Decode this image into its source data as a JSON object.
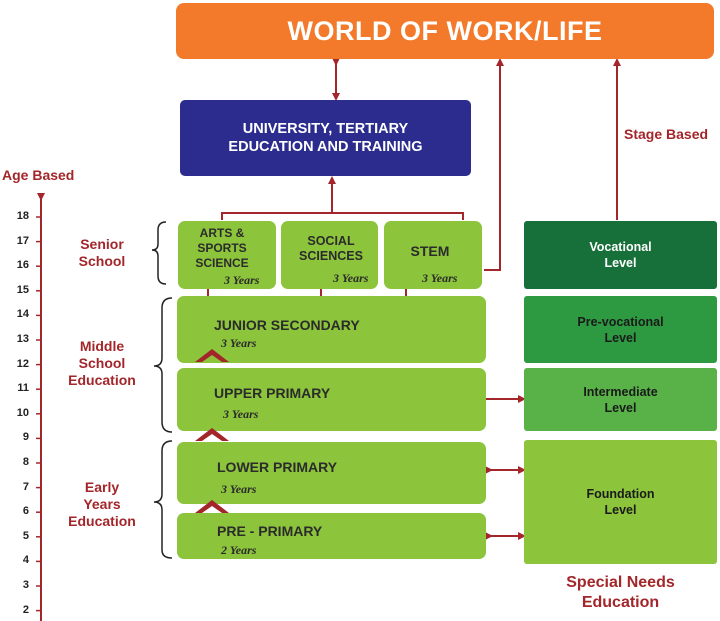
{
  "world_of_work": "WORLD OF WORK/LIFE",
  "university": {
    "line1": "UNIVERSITY, TERTIARY",
    "line2": "EDUCATION AND TRAINING"
  },
  "stage_based": "Stage Based",
  "age_based": "Age Based",
  "age_ticks": [
    "18",
    "17",
    "16",
    "15",
    "14",
    "13",
    "12",
    "11",
    "10",
    "9",
    "8",
    "7",
    "6",
    "5",
    "4",
    "3",
    "2"
  ],
  "groups": {
    "senior": {
      "line1": "Senior",
      "line2": "School"
    },
    "middle": {
      "line1": "Middle",
      "line2": "School",
      "line3": "Education"
    },
    "early": {
      "line1": "Early",
      "line2": "Years",
      "line3": "Education"
    }
  },
  "pathways": [
    {
      "lines": [
        "ARTS &",
        "SPORTS",
        "SCIENCE"
      ],
      "years": "3 Years"
    },
    {
      "lines": [
        "SOCIAL",
        "SCIENCES"
      ],
      "years": "3 Years"
    },
    {
      "lines": [
        "STEM"
      ],
      "years": "3 Years"
    }
  ],
  "levels": [
    {
      "title": "JUNIOR SECONDARY",
      "years": "3 Years"
    },
    {
      "title": "UPPER PRIMARY",
      "years": "3 Years"
    },
    {
      "title": "LOWER PRIMARY",
      "years": "3 Years"
    },
    {
      "title": "PRE - PRIMARY",
      "years": "2 Years"
    }
  ],
  "special_needs": {
    "vocational": {
      "line1": "Vocational",
      "line2": "Level"
    },
    "prevocational": {
      "line1": "Pre-vocational",
      "line2": "Level"
    },
    "intermediate": {
      "line1": "Intermediate",
      "line2": "Level"
    },
    "foundation": {
      "line1": "Foundation",
      "line2": "Level"
    },
    "caption": {
      "line1": "Special Needs",
      "line2": "Education"
    }
  },
  "colors": {
    "orange": "#f37a2a",
    "navy": "#2c2c8e",
    "green": "#8cc43c",
    "red": "#a3262a",
    "sn_dark": "#17703a",
    "sn_mid": "#2d9a42",
    "sn_light": "#58b247",
    "sn_lime": "#8cc43c"
  }
}
